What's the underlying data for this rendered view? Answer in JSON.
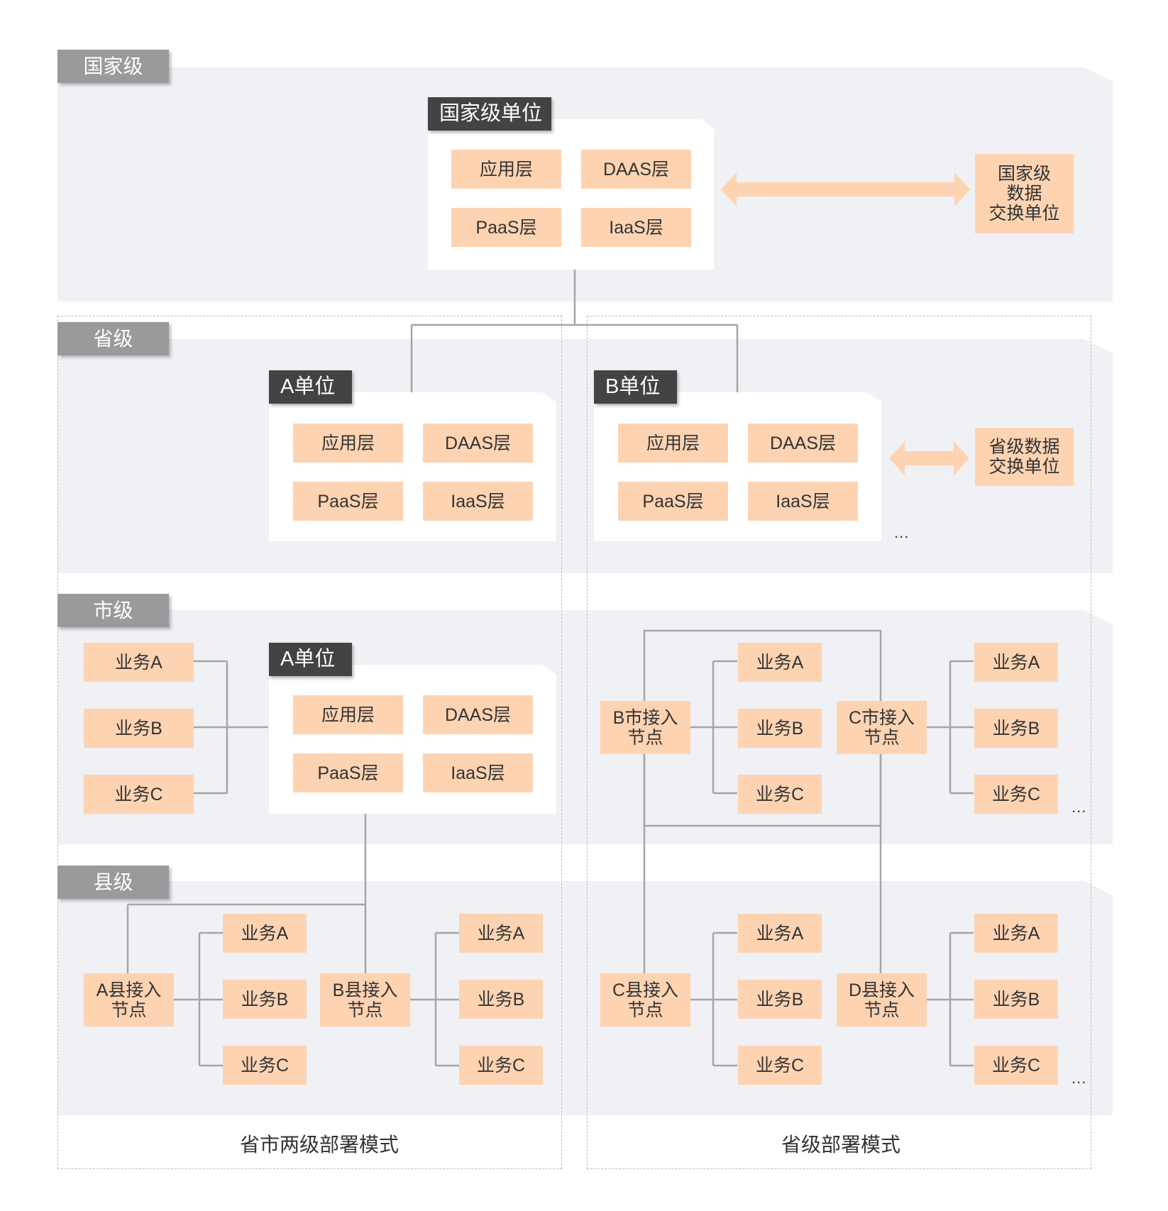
{
  "tiers": {
    "national": "国家级",
    "provincial": "省级",
    "city": "市级",
    "county": "县级"
  },
  "units": {
    "national": "国家级单位",
    "prov_a": "A单位",
    "prov_b": "B单位",
    "city_a": "A单位"
  },
  "layers": {
    "app": "应用层",
    "daas": "DAAS层",
    "paas": "PaaS层",
    "iaas": "IaaS层"
  },
  "exchange": {
    "national": "国家级\n数据\n交换单位",
    "provincial": "省级数据\n交换单位"
  },
  "services": {
    "a": "业务A",
    "b": "业务B",
    "c": "业务C"
  },
  "nodes": {
    "b_city": "B市接入\n节点",
    "c_city": "C市接入\n节点",
    "a_county": "A县接入\n节点",
    "b_county": "B县接入\n节点",
    "c_county": "C县接入\n节点",
    "d_county": "D县接入\n节点"
  },
  "ellipsis": "...",
  "captions": {
    "left": "省市两级部署模式",
    "right": "省级部署模式"
  },
  "colors": {
    "band": "#eff1f4",
    "box": "#fdd3b2",
    "arrow": "#fdd3b2",
    "tier_tag": "#999a9c",
    "unit_tag": "#434343",
    "line": "#a6a6a6"
  }
}
